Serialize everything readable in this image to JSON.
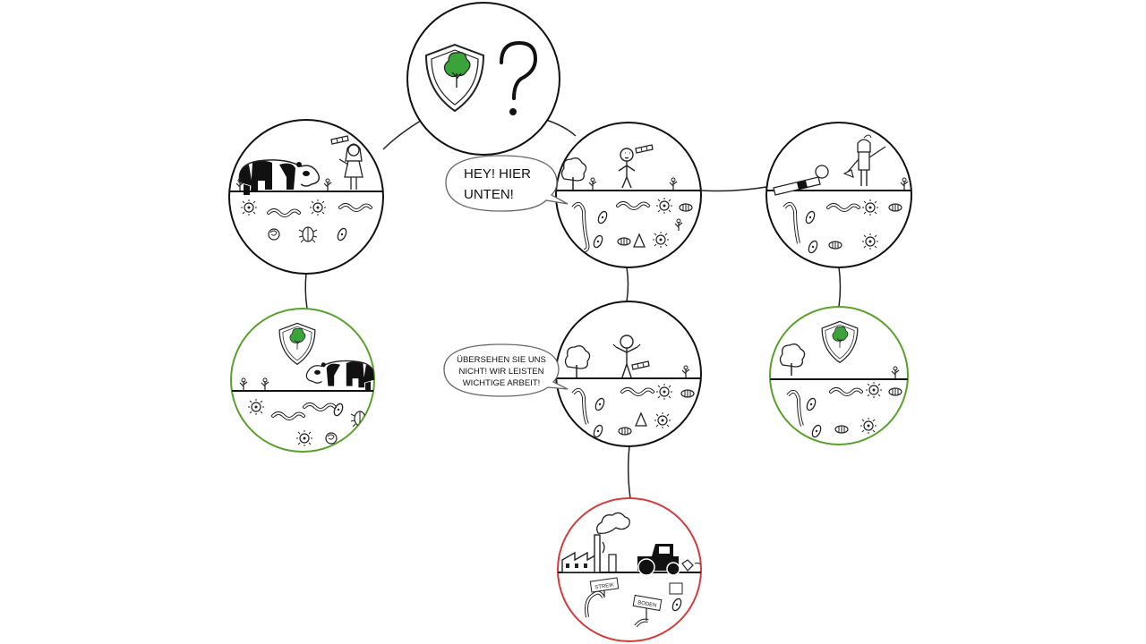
{
  "bubbles": {
    "top": {
      "line1": "HEY! HIER",
      "line2": "UNTEN!"
    },
    "middle": {
      "line1": "ÜBERSEHEN SIE UNS",
      "line2": "NICHT! WIR LEISTEN",
      "line3": "WICHTIGE ARBEIT!"
    }
  },
  "signs": {
    "left": "STREIK",
    "right": "BODEN"
  },
  "colors": {
    "protected": "#5aa02c",
    "threat": "#d23c3c",
    "leaf": "#3aa33a",
    "ink": "#111111"
  }
}
